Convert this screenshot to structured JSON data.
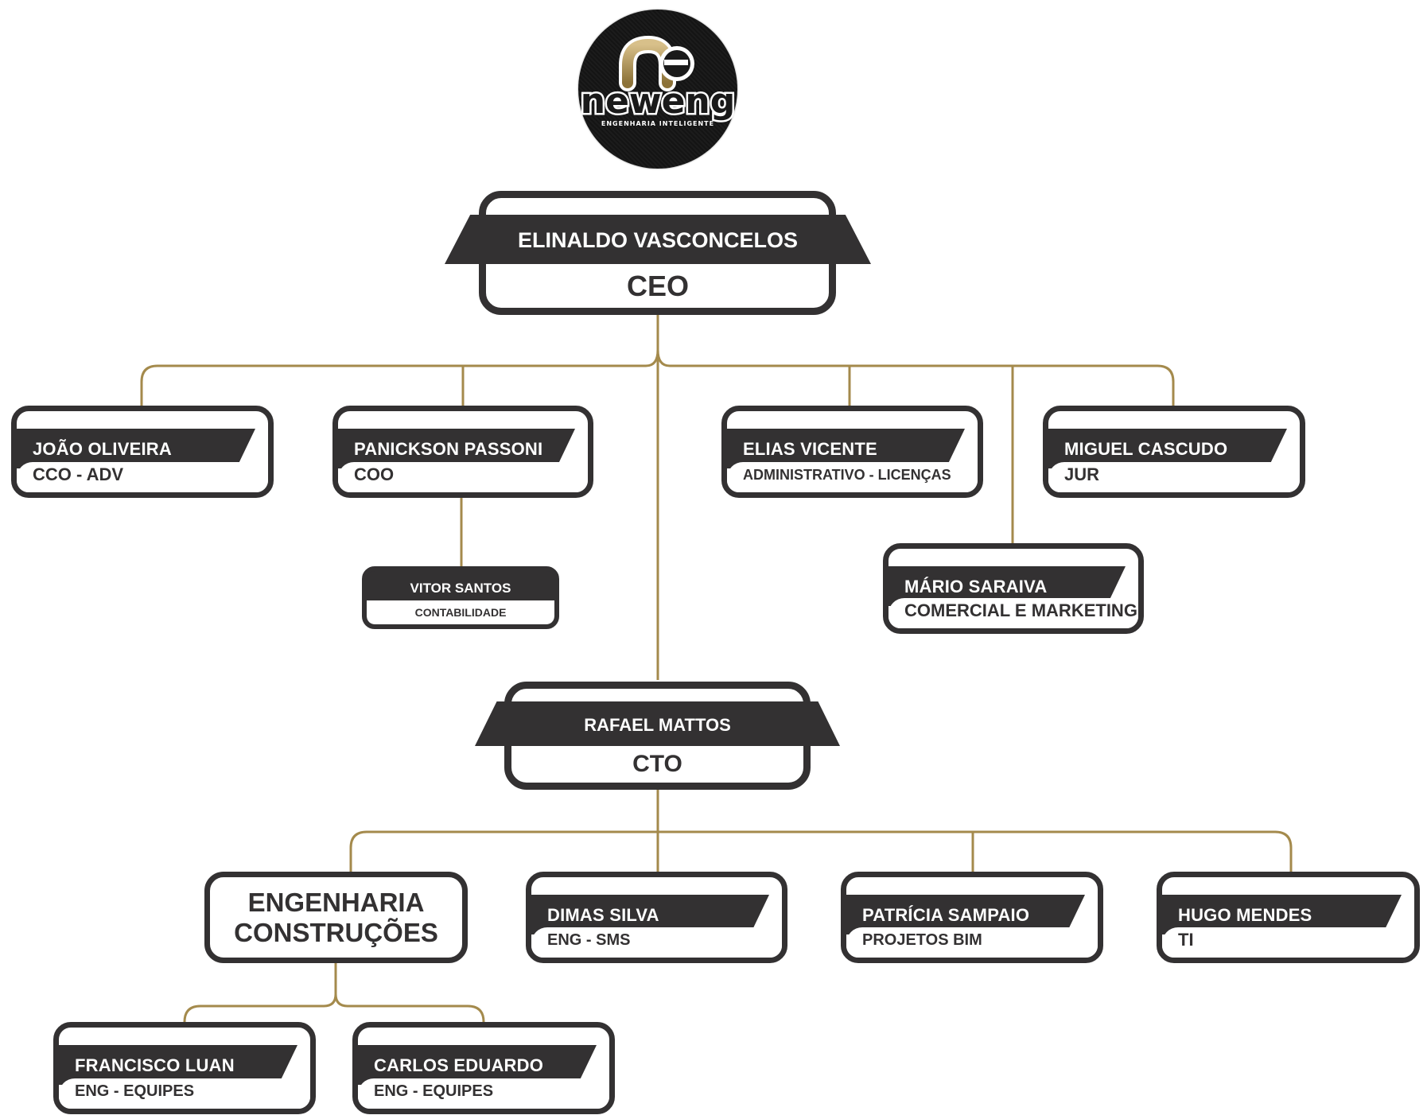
{
  "colors": {
    "dark": "#333132",
    "connector": "#A48A4C",
    "background": "#FFFFFF",
    "logo_gold": "#B79B5E"
  },
  "logo": {
    "wordmark": "neweng",
    "monogram": "ne",
    "tagline": "ENGENHARIA INTELIGENTE"
  },
  "ceo": {
    "name": "ELINALDO VASCONCELOS",
    "role": "CEO"
  },
  "ceo_reports": [
    {
      "name": "JOÃO OLIVEIRA",
      "role": "CCO - ADV"
    },
    {
      "name": "PANICKSON PASSONI",
      "role": "COO"
    },
    {
      "name": "ELIAS VICENTE",
      "role": "ADMINISTRATIVO - LICENÇAS"
    },
    {
      "name": "MIGUEL CASCUDO",
      "role": "JUR"
    },
    {
      "name": "MÁRIO SARAIVA",
      "role": "COMERCIAL E MARKETING"
    }
  ],
  "coo_reports": [
    {
      "name": "VITOR SANTOS",
      "role": "CONTABILIDADE"
    }
  ],
  "cto": {
    "name": "RAFAEL MATTOS",
    "role": "CTO"
  },
  "cto_reports": [
    {
      "name": "ENGENHARIA CONSTRUÇÕES",
      "line1": "ENGENHARIA",
      "line2": "CONSTRUÇÕES"
    },
    {
      "name": "DIMAS SILVA",
      "role": "ENG - SMS"
    },
    {
      "name": "PATRÍCIA SAMPAIO",
      "role": "PROJETOS BIM"
    },
    {
      "name": "HUGO MENDES",
      "role": "TI"
    }
  ],
  "engineering_reports": [
    {
      "name": "FRANCISCO LUAN",
      "role": "ENG - EQUIPES"
    },
    {
      "name": "CARLOS EDUARDO",
      "role": "ENG - EQUIPES"
    }
  ]
}
